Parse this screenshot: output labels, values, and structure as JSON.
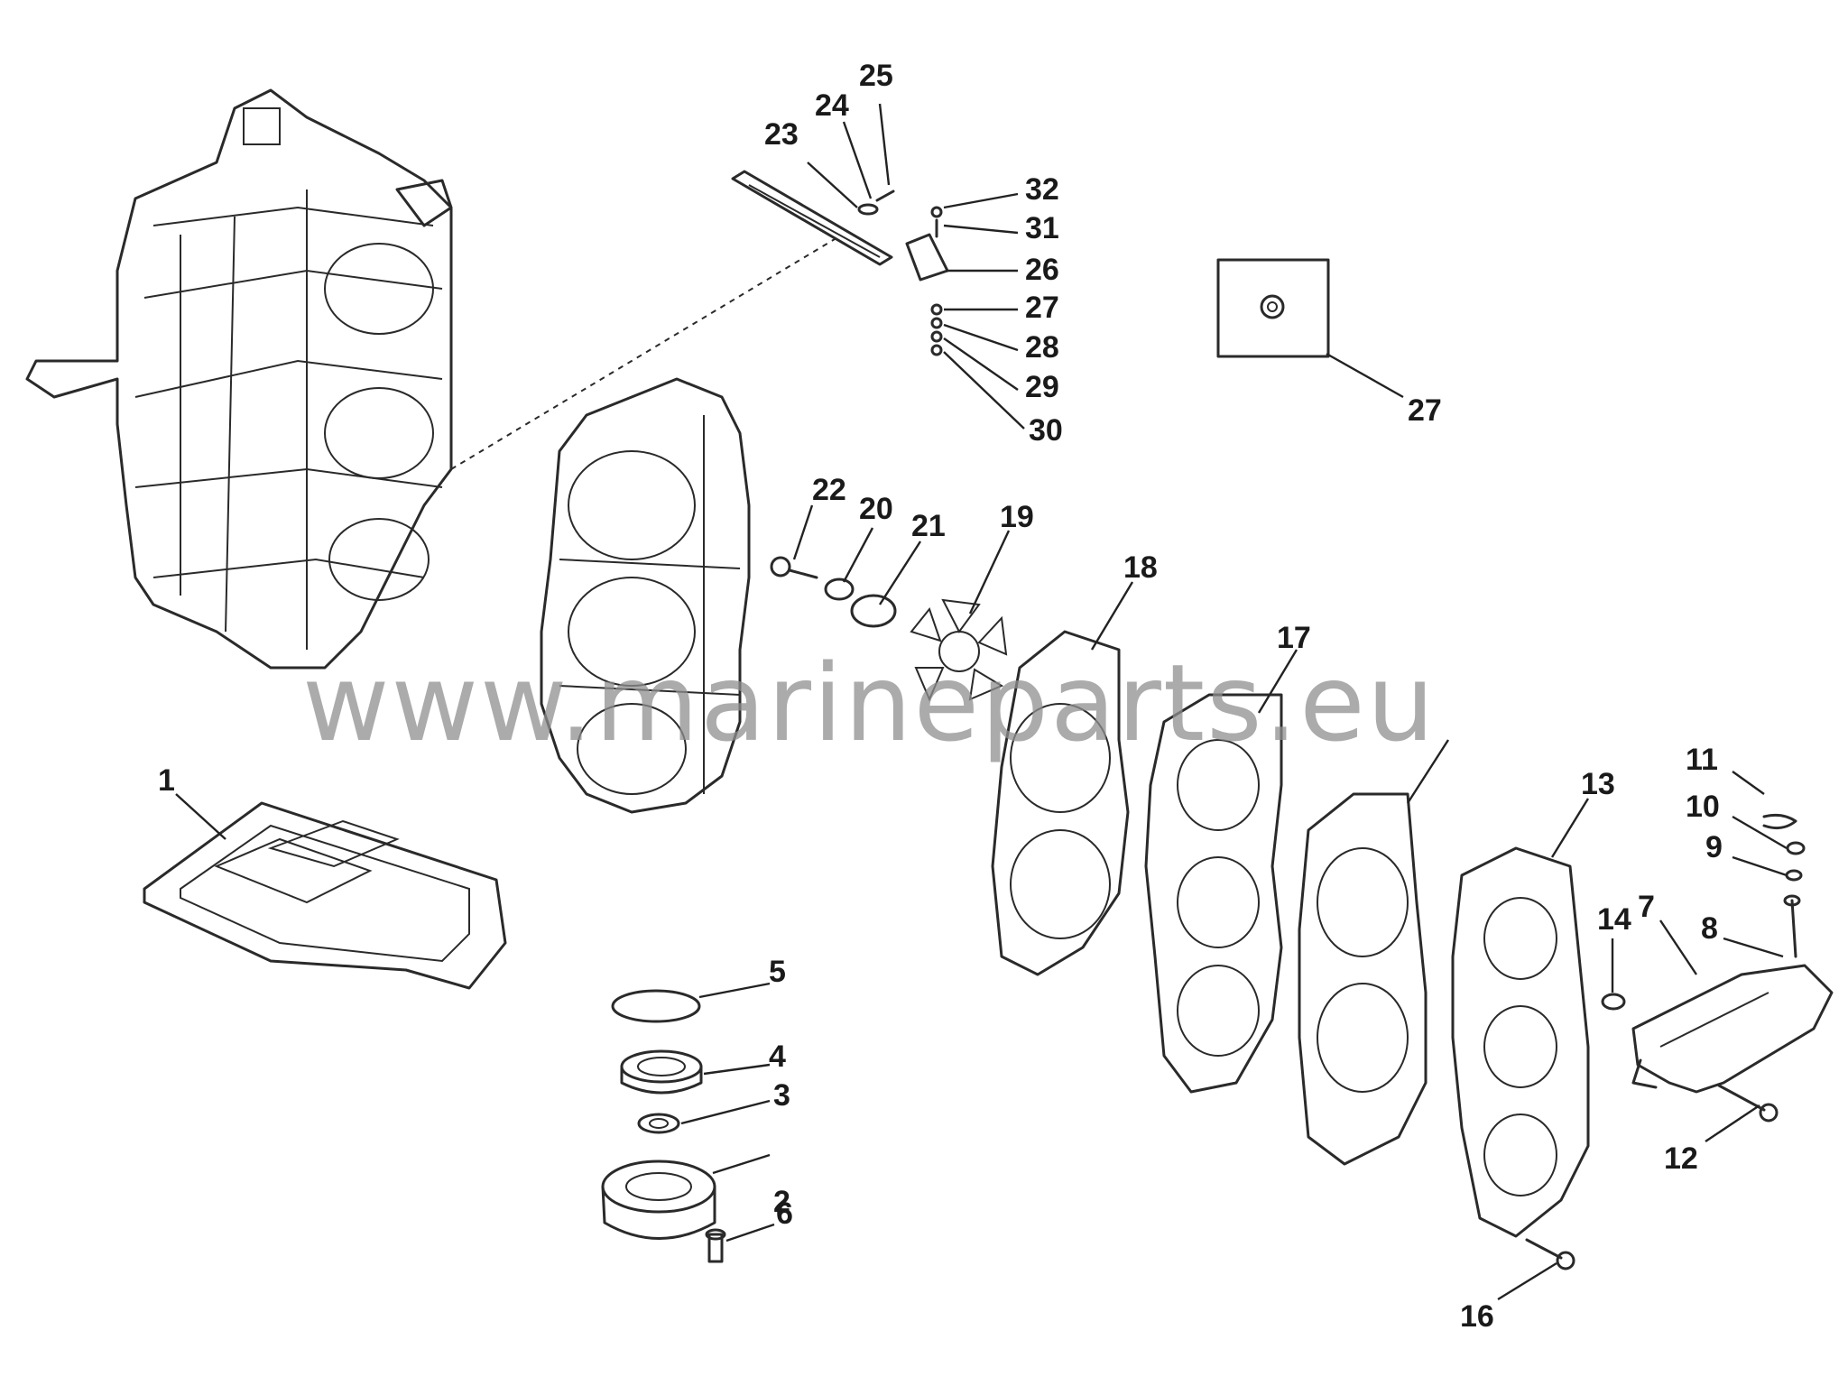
{
  "diagram": {
    "callouts": [
      "1",
      "2",
      "3",
      "4",
      "5",
      "6",
      "7",
      "8",
      "9",
      "10",
      "11",
      "12",
      "13",
      "14",
      "16",
      "17",
      "18",
      "19",
      "20",
      "21",
      "22",
      "23",
      "24",
      "25",
      "26",
      "27",
      "27",
      "28",
      "29",
      "30",
      "31",
      "32"
    ],
    "watermark": "www.marineparts.eu",
    "colors": {
      "line": "#2a2a2a",
      "watermark": "#8f8f8f",
      "background": "#ffffff"
    }
  }
}
